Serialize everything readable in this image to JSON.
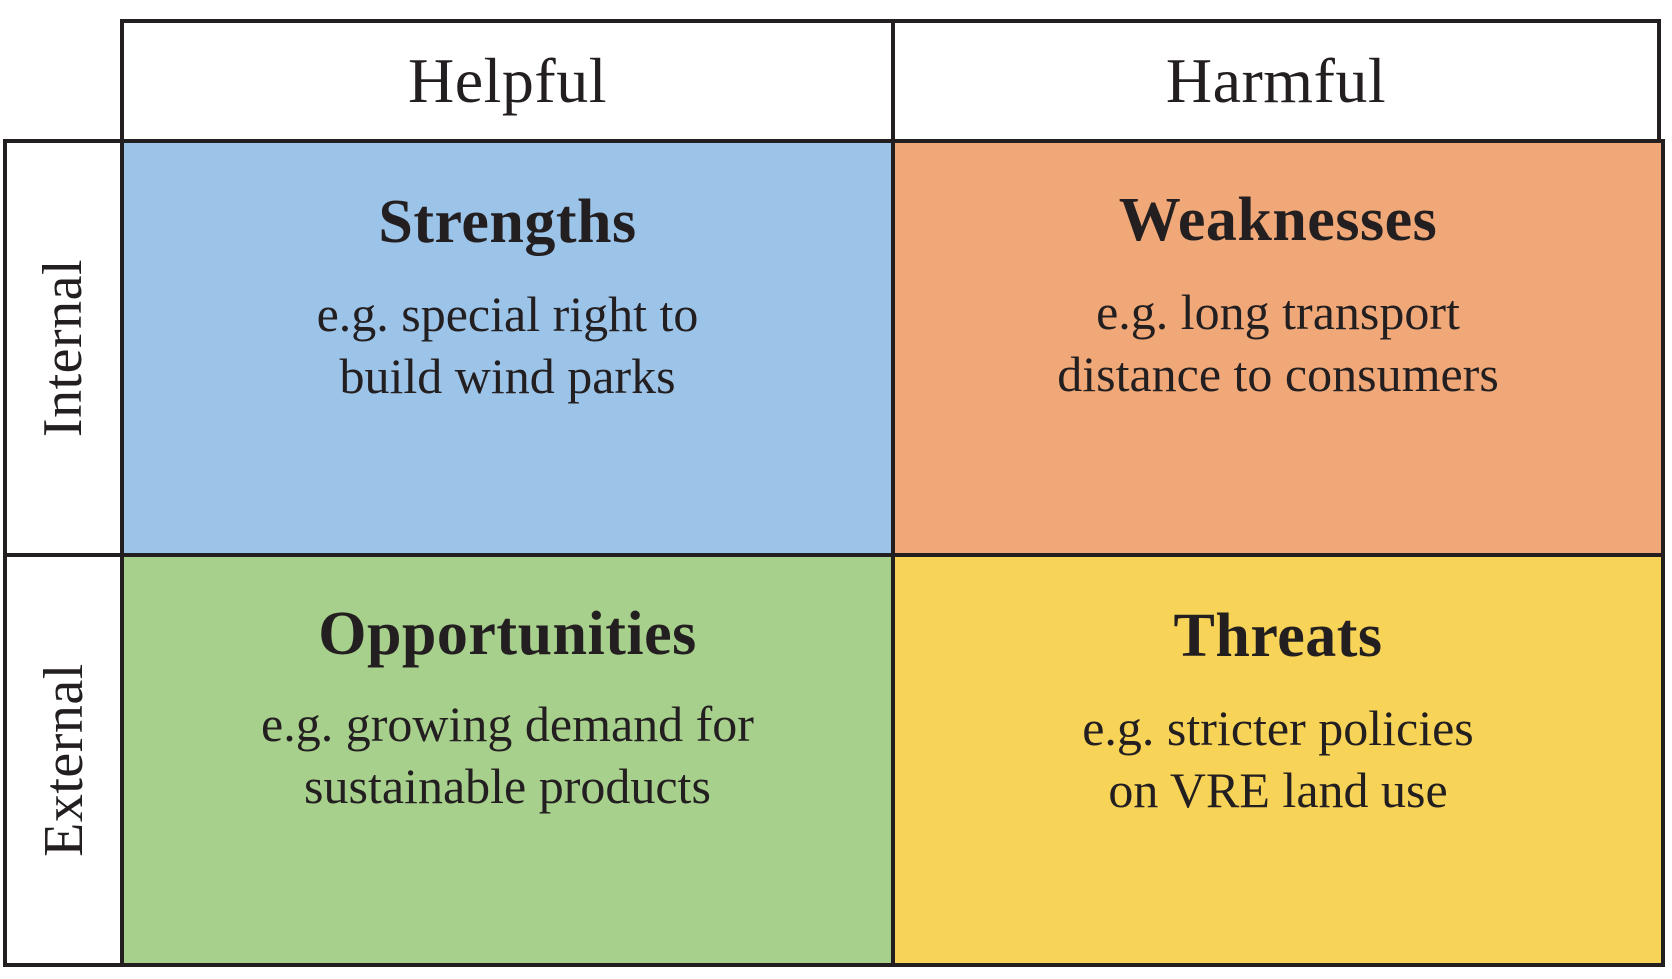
{
  "matrix": {
    "column_headers": [
      {
        "id": "helpful",
        "label": "Helpful"
      },
      {
        "id": "harmful",
        "label": "Harmful"
      }
    ],
    "row_headers": [
      {
        "id": "internal",
        "label": "Internal"
      },
      {
        "id": "external",
        "label": "External"
      }
    ],
    "quadrants": [
      {
        "id": "strengths",
        "title": "Strengths",
        "color": "#9CC3E8",
        "lines": [
          "e.g. special right to",
          "build wind parks"
        ]
      },
      {
        "id": "weaknesses",
        "title": "Weaknesses",
        "color": "#F0A878",
        "lines": [
          "e.g. long transport",
          "distance to consumers"
        ]
      },
      {
        "id": "opportunities",
        "title": "Opportunities",
        "color": "#A8D08D",
        "lines": [
          "e.g. growing demand for",
          "sustainable products"
        ]
      },
      {
        "id": "threats",
        "title": "Threats",
        "color": "#F7D357",
        "lines": [
          "e.g. stricter policies",
          "on VRE land use"
        ]
      }
    ]
  },
  "style": {
    "border_color": "#231f20",
    "text_color": "#231f20",
    "background": "#ffffff"
  }
}
